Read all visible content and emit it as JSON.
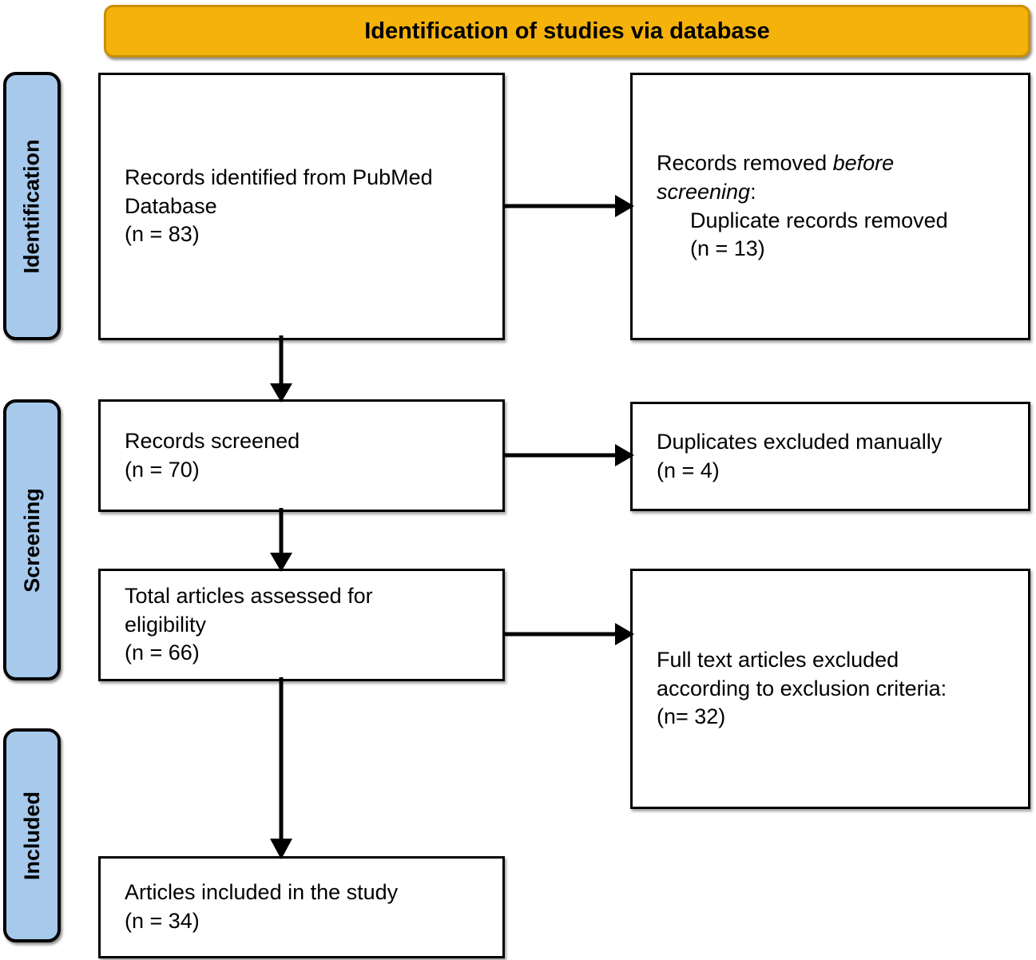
{
  "banner": {
    "title": "Identification of studies via database",
    "fill_color": "#f5b20a",
    "border_color": "#c98f06"
  },
  "phases": [
    {
      "id": "identification",
      "label": "Identification",
      "fill_color": "#a6c9ec"
    },
    {
      "id": "screening",
      "label": "Screening",
      "fill_color": "#a6c9ec"
    },
    {
      "id": "included",
      "label": "Included",
      "fill_color": "#a6c9ec"
    }
  ],
  "boxes": {
    "identified": {
      "line1": "Records identified from PubMed",
      "line2": "Database",
      "count": "(n = 83)"
    },
    "removed": {
      "line1_prefix": "Records removed ",
      "line1_italic": "before",
      "line2_italic": "screening",
      "line2_suffix": ":",
      "line3": "Duplicate records removed",
      "count": "(n = 13)"
    },
    "screened": {
      "line1": "Records screened",
      "count": "(n = 70)"
    },
    "duplicates_excluded": {
      "line1": "Duplicates  excluded manually",
      "count": "(n = 4)"
    },
    "eligibility": {
      "line1": "Total articles assessed for",
      "line2": "eligibility",
      "count": "(n = 66)"
    },
    "fulltext_excluded": {
      "line1": "Full text articles excluded",
      "line2": "according to exclusion criteria:",
      "count": "(n= 32)"
    },
    "included": {
      "line1": "Articles included in the study",
      "count": "(n = 34)"
    }
  },
  "chart_data": {
    "type": "diagram",
    "diagram_kind": "PRISMA flow diagram",
    "title": "Identification of studies via database",
    "nodes": [
      {
        "id": "identified",
        "phase": "Identification",
        "column": "left",
        "label": "Records identified from PubMed Database",
        "n": 83
      },
      {
        "id": "removed",
        "phase": "Identification",
        "column": "right",
        "label": "Records removed before screening: Duplicate records removed",
        "n": 13
      },
      {
        "id": "screened",
        "phase": "Screening",
        "column": "left",
        "label": "Records screened",
        "n": 70
      },
      {
        "id": "duplicates_excluded",
        "phase": "Screening",
        "column": "right",
        "label": "Duplicates excluded manually",
        "n": 4
      },
      {
        "id": "eligibility",
        "phase": "Screening",
        "column": "left",
        "label": "Total articles assessed for eligibility",
        "n": 66
      },
      {
        "id": "fulltext_excluded",
        "phase": "Screening",
        "column": "right",
        "label": "Full text articles excluded according to exclusion criteria:",
        "n": 32
      },
      {
        "id": "included",
        "phase": "Included",
        "column": "left",
        "label": "Articles included in the study",
        "n": 34
      }
    ],
    "edges": [
      {
        "from": "identified",
        "to": "removed",
        "direction": "right"
      },
      {
        "from": "identified",
        "to": "screened",
        "direction": "down"
      },
      {
        "from": "screened",
        "to": "duplicates_excluded",
        "direction": "right"
      },
      {
        "from": "screened",
        "to": "eligibility",
        "direction": "down"
      },
      {
        "from": "eligibility",
        "to": "fulltext_excluded",
        "direction": "right"
      },
      {
        "from": "eligibility",
        "to": "included",
        "direction": "down"
      }
    ]
  }
}
